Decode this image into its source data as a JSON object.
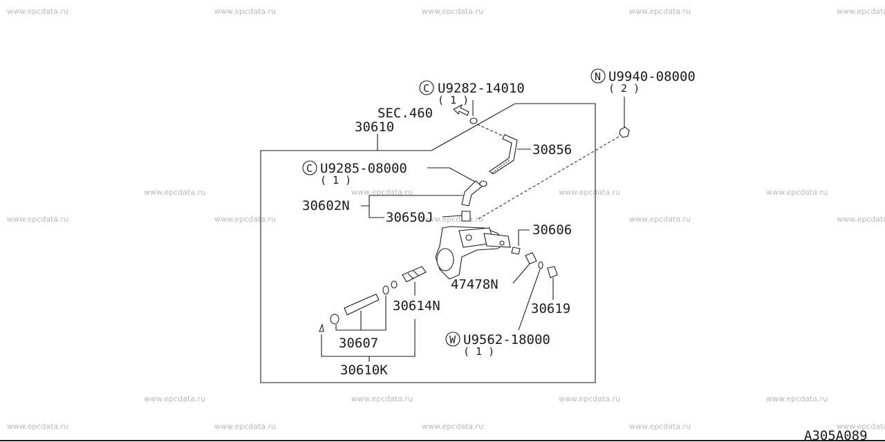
{
  "watermark": "www.epcdata.ru",
  "drawing_code": "A305A089",
  "section_ref": "SEC.460",
  "parts": {
    "p30610": "30610",
    "p30856": "30856",
    "p30602N": "30602N",
    "p30650J": "30650J",
    "p30606": "30606",
    "p47478N": "47478N",
    "p30619": "30619",
    "p30614N": "30614N",
    "p30607": "30607",
    "p30610K": "30610K"
  },
  "fasteners": {
    "c1": {
      "symbol": "C",
      "code": "U9282-14010",
      "qty": "( 1 )"
    },
    "c2": {
      "symbol": "C",
      "code": "U9285-08000",
      "qty": "( 1 )"
    },
    "n1": {
      "symbol": "N",
      "code": "U9940-08000",
      "qty": "( 2 )"
    },
    "w1": {
      "symbol": "W",
      "code": "U9562-18000",
      "qty": "( 1 )"
    }
  }
}
